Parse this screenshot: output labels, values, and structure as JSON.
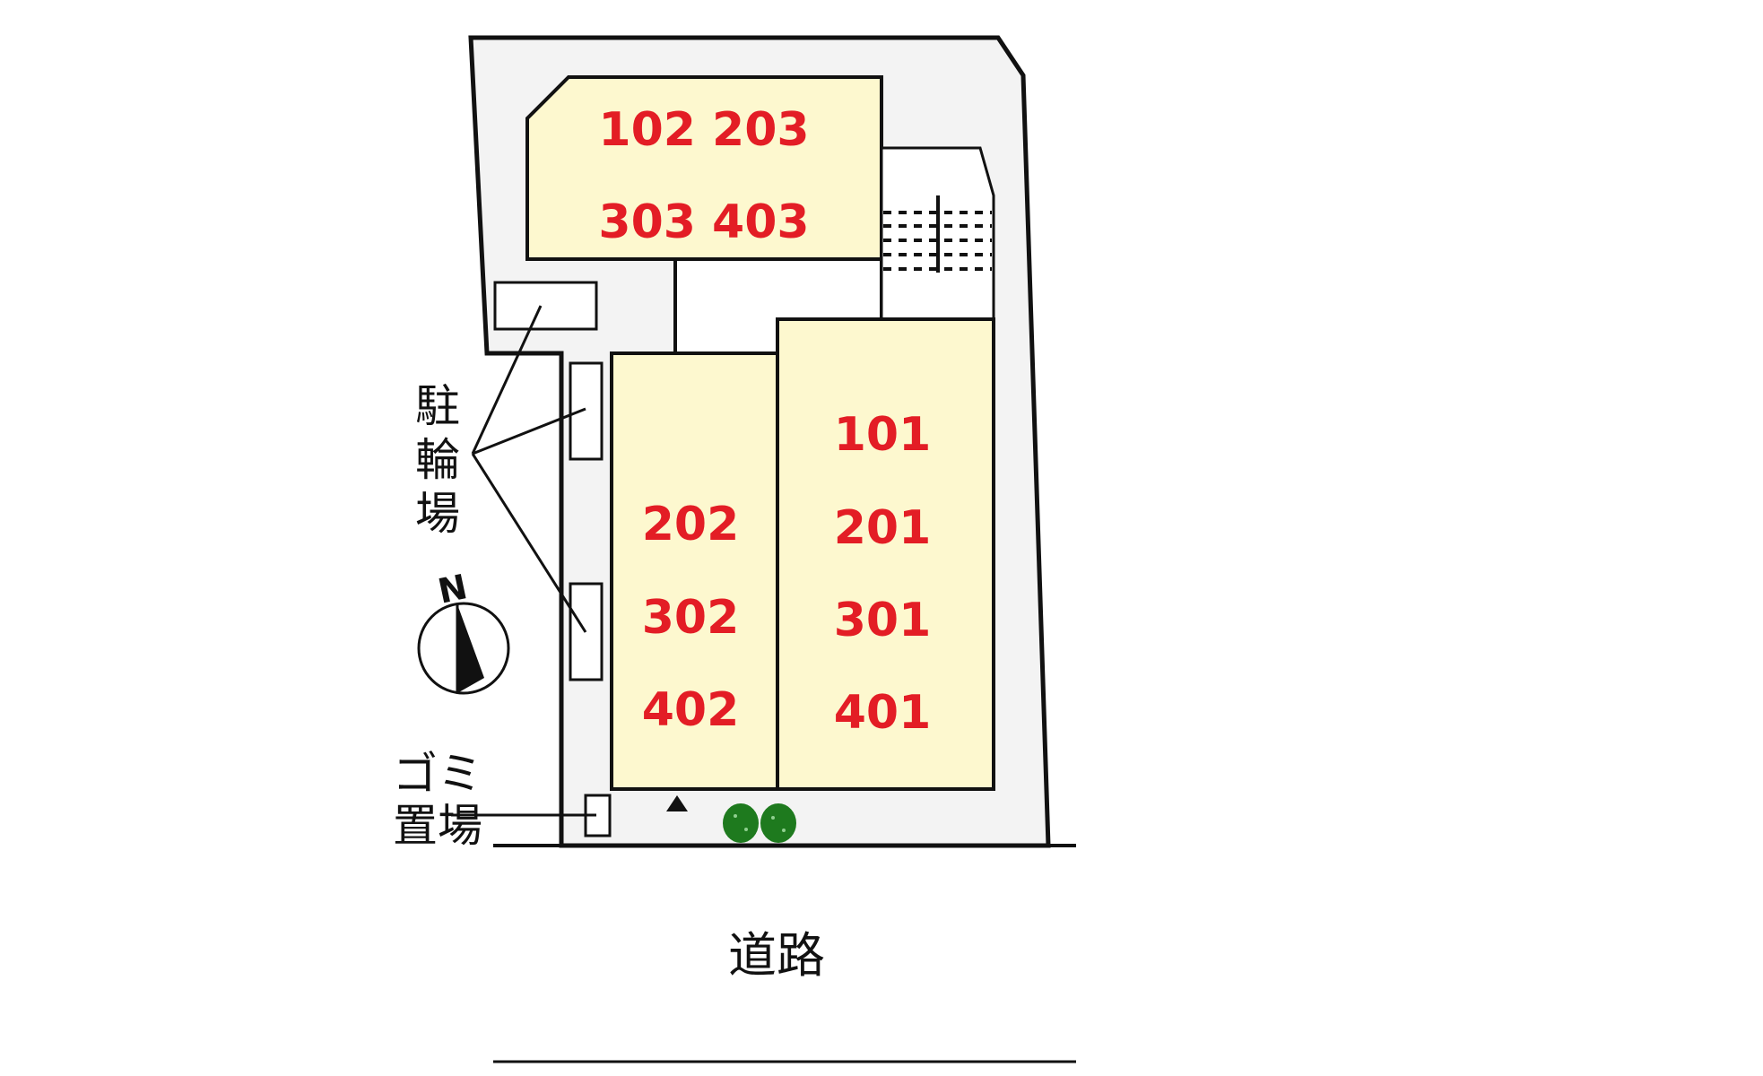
{
  "map": {
    "type": "site-layout-plan",
    "colors": {
      "lot_fill": "#f3f3f3",
      "building_fill": "#fdf8cf",
      "unit_text": "#e31d25",
      "outline": "#111111",
      "tree": "#1e7a1e"
    },
    "buildings": {
      "top": {
        "row1": "102 203",
        "row2": "303 403"
      },
      "left": {
        "units": [
          "202",
          "302",
          "402"
        ]
      },
      "right": {
        "units": [
          "101",
          "201",
          "301",
          "401"
        ]
      }
    },
    "labels": {
      "bicycle_parking": [
        "駐",
        "輪",
        "場"
      ],
      "garbage_area_line1": "ゴミ",
      "garbage_area_line2": "置場",
      "road": "道路",
      "north": "N"
    },
    "icons": {
      "compass": "north-arrow-icon",
      "entrance": "entrance-triangle-icon",
      "trees": "tree-icon",
      "stairs": "stairs-icon"
    }
  }
}
